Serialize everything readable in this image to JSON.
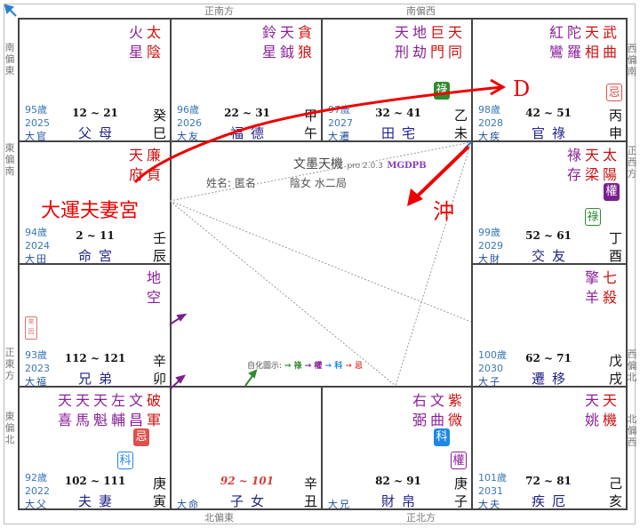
{
  "directions": {
    "top": [
      "正南方",
      "南偏西"
    ],
    "bottom": [
      "北偏東",
      "正北方"
    ],
    "left": [
      "南偏東",
      "東偏南",
      "正東方",
      "東偏北"
    ],
    "right": [
      "西偏南",
      "正西方",
      "西偏北",
      "北偏西"
    ]
  },
  "center": {
    "app_name": "文墨天機",
    "version": "pro 2.0.3",
    "code": "MGDPB",
    "name_label": "姓名: 匿名",
    "gender_bureau": "陰女 水二局",
    "legend_label": "自化圖示:",
    "legend": [
      {
        "text": "→ 祿",
        "color": "#2e8b2e"
      },
      {
        "text": "→ 權",
        "color": "#8a1f9a"
      },
      {
        "text": "→ 科",
        "color": "#1e88e5"
      },
      {
        "text": "→ 忌",
        "color": "#e0504a"
      }
    ]
  },
  "annotations": {
    "decade_spouse": "大運夫妻宮",
    "d_label": "D",
    "clash": "沖"
  },
  "colors": {
    "main_star": "#cc1111",
    "minor_star": "#8a1f9a",
    "palace": "#22228a",
    "age": "#3a78b8",
    "annotation": "#ee0000"
  },
  "palaces": [
    {
      "stars": [
        {
          "t": "火星",
          "main": false
        },
        {
          "t": "太陰",
          "main": true
        }
      ],
      "age": "95歲",
      "year": "2025",
      "daxian": "大官",
      "range": "12 ~ 21",
      "palace": "父母",
      "stem": "癸",
      "branch": "巳",
      "badges": []
    },
    {
      "stars": [
        {
          "t": "鈴星",
          "main": false
        },
        {
          "t": "天鉞",
          "main": false
        },
        {
          "t": "貪狼",
          "main": true
        }
      ],
      "age": "96歲",
      "year": "2026",
      "daxian": "大友",
      "range": "22 ~ 31",
      "palace": "福德",
      "stem": "甲",
      "branch": "午",
      "badges": []
    },
    {
      "stars": [
        {
          "t": "天刑",
          "main": false
        },
        {
          "t": "地劫",
          "main": false
        },
        {
          "t": "巨門",
          "main": true
        },
        {
          "t": "天同",
          "main": true
        }
      ],
      "age": "97歲",
      "year": "2027",
      "daxian": "大遷",
      "range": "32 ~ 41",
      "palace": "田宅",
      "stem": "乙",
      "branch": "未",
      "badges": [
        {
          "t": "祿",
          "style": "filled",
          "color": "#2e8b2e"
        }
      ]
    },
    {
      "stars": [
        {
          "t": "紅鸞",
          "main": false
        },
        {
          "t": "陀羅",
          "main": false
        },
        {
          "t": "天相",
          "main": true
        },
        {
          "t": "武曲",
          "main": true
        }
      ],
      "age": "98歲",
      "year": "2028",
      "daxian": "大疾",
      "range": "42 ~ 51",
      "palace": "官祿",
      "stem": "丙",
      "branch": "申",
      "badges": [
        {
          "t": "忌",
          "style": "outline",
          "color": "#e0504a"
        }
      ]
    },
    {
      "stars": [
        {
          "t": "天府",
          "main": true
        },
        {
          "t": "廉貞",
          "main": true
        }
      ],
      "age": "94歲",
      "year": "2024",
      "daxian": "大田",
      "range": "2 ~ 11",
      "palace": "命宮",
      "stem": "壬",
      "branch": "辰",
      "badges": []
    },
    {
      "stars": [
        {
          "t": "祿存",
          "main": false
        },
        {
          "t": "天梁",
          "main": true
        },
        {
          "t": "太陽",
          "main": true
        }
      ],
      "age": "99歲",
      "year": "2029",
      "daxian": "大財",
      "range": "52 ~ 61",
      "palace": "交友",
      "stem": "丁",
      "branch": "酉",
      "badges": [
        {
          "t": "權",
          "style": "filled",
          "color": "#7b1f8f"
        },
        {
          "t": "祿",
          "style": "outline",
          "color": "#2e8b2e"
        }
      ]
    },
    {
      "stars": [
        {
          "t": "地空",
          "main": false
        }
      ],
      "age": "93歲",
      "year": "2023",
      "daxian": "大福",
      "range": "112 ~ 121",
      "palace": "兄弟",
      "stem": "辛",
      "branch": "卯",
      "badges": [],
      "stamp": "來因"
    },
    {
      "stars": [
        {
          "t": "擎羊",
          "main": false
        },
        {
          "t": "七殺",
          "main": true
        }
      ],
      "age": "100歲",
      "year": "2030",
      "daxian": "大子",
      "range": "62 ~ 71",
      "palace": "遷移",
      "stem": "戊",
      "branch": "戌",
      "badges": []
    },
    {
      "stars": [
        {
          "t": "天喜",
          "main": false
        },
        {
          "t": "天馬",
          "main": false
        },
        {
          "t": "天魁",
          "main": false
        },
        {
          "t": "左輔",
          "main": false
        },
        {
          "t": "文昌",
          "main": false
        },
        {
          "t": "破軍",
          "main": true
        }
      ],
      "age": "92歲",
      "year": "2022",
      "daxian": "大父",
      "range": "102 ~ 111",
      "palace": "夫妻",
      "stem": "庚",
      "branch": "寅",
      "badges": [
        {
          "t": "忌",
          "style": "filled",
          "color": "#e0504a"
        },
        {
          "t": "科",
          "style": "outline",
          "color": "#1e88e5"
        }
      ]
    },
    {
      "stars": [],
      "age": "",
      "year": "",
      "daxian": "大命",
      "range": "92 ~ 101",
      "range_highlight": true,
      "palace": "子女",
      "stem": "辛",
      "branch": "丑",
      "badges": []
    },
    {
      "stars": [
        {
          "t": "右弼",
          "main": false
        },
        {
          "t": "文曲",
          "main": false
        },
        {
          "t": "紫微",
          "main": true
        }
      ],
      "age": "",
      "year": "",
      "daxian": "大兄",
      "range": "82 ~ 91",
      "palace": "財帛",
      "stem": "庚",
      "branch": "子",
      "badges": [
        {
          "t": "科",
          "style": "filled",
          "color": "#1e88e5"
        },
        {
          "t": "權",
          "style": "outline",
          "color": "#8a1f9a"
        }
      ]
    },
    {
      "stars": [
        {
          "t": "天姚",
          "main": false
        },
        {
          "t": "天機",
          "main": true
        }
      ],
      "age": "101歲",
      "year": "2031",
      "daxian": "大夫",
      "range": "72 ~ 81",
      "palace": "疾厄",
      "stem": "己",
      "branch": "亥",
      "badges": []
    }
  ]
}
